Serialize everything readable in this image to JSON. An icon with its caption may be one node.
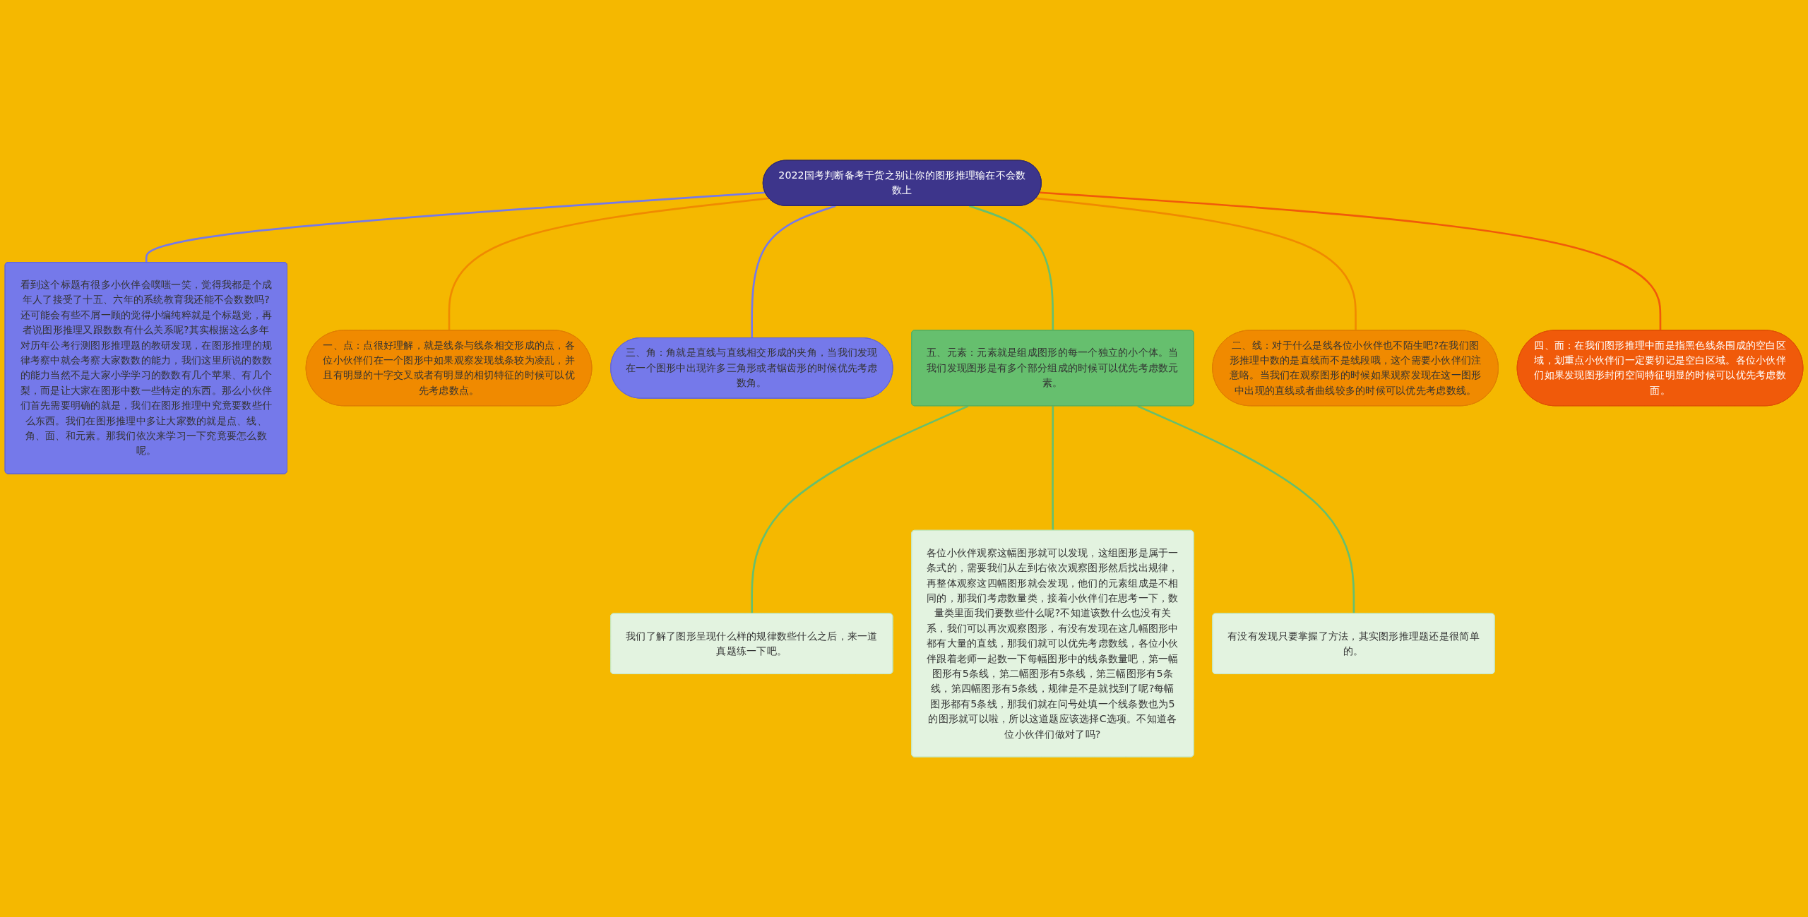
{
  "diagram": {
    "nodes": [
      {
        "text": [
          "2022国考判断备考干货之别让你的图形推理输在不会数数上"
        ]
      },
      {
        "text": [
          "看到这个标题有很多小伙伴会噗嗤一笑，觉得我都是个成年人了接受了十五、六年的系统教育我还能不会数数吗?还可能会有些不屑一顾的觉得小编纯粹就是个标题党，再者说图形推理又跟数数有什么关系呢?其实根据这么多年对历年公考行测图形推理题的教研发现，在图形推理的规律考察中就会考察大家数数的能力，我们这里所说的数数的能力当然不是大家小学学习的数数有几个苹果、有几个梨，而是让大家在图形中数一些特定的东西。那么小伙伴们首先需要明确的就是，我们在图形推理中究竟要数些什么东西。我们在图形推理中多让大家数的就是点、线、角、面、和元素。那我们依次来学习一下究竟要怎么数呢。"
        ]
      },
      {
        "text": [
          "一、点：点很好理解，就是线条与线条相交形成的点，各位小伙伴们在一个图形中如果观察发现线条较为凌乱，并且有明显的十字交叉或者有明显的相切特征的时候可以优先考虑数点。"
        ]
      },
      {
        "text": [
          "三、角：角就是直线与直线相交形成的夹角，当我们发现在一个图形中出现许多三角形或者锯齿形的时候优先考虑数角。"
        ]
      },
      {
        "text": [
          "五、元素：元素就是组成图形的每一个独立的小个体。当我们发现图形是有多个部分组成的时候可以优先考虑数元素。"
        ]
      },
      {
        "text": [
          "我们了解了图形呈现什么样的规律数些什么之后，来一道真题练一下吧。"
        ]
      },
      {
        "text": [
          "各位小伙伴观察这幅图形就可以发现，这组图形是属于一条式的，需要我们从左到右依次观察图形然后找出规律，再整体观察这四幅图形就会发现，他们的元素组成是不相同的，那我们考虑数量类，接着小伙伴们在思考一下，数量类里面我们要数些什么呢?不知道该数什么也没有关系，我们可以再次观察图形，有没有发现在这几幅图形中都有大量的直线，那我们就可以优先考虑数线，各位小伙伴跟着老师一起数一下每幅图形中的线条数量吧，第一幅图形有5条线，第二幅图形有5条线，第三幅图形有5条线，第四幅图形有5条线，规律是不是就找到了呢?每幅图形都有5条线，那我们就在问号处填一个线条数也为5的图形就可以啦，所以这道题应该选择C选项。不知道各位小伙伴们做对了吗?"
        ]
      },
      {
        "text": [
          "有没有发现只要掌握了方法，其实图形推理题还是很简单的。"
        ]
      },
      {
        "text": [
          "二、线：对于什么是线各位小伙伴也不陌生吧?在我们图形推理中数的是直线而不是线段哦，这个需要小伙伴们注意咯。当我们在观察图形的时候如果观察发现在这一图形中出现的直线或者曲线较多的时候可以优先考虑数线。"
        ]
      },
      {
        "text": [
          "四、面：在我们图形推理中面是指黑色线条围成的空白区域，划重点小伙伴们一定要切记是空白区域。各位小伙伴们如果发现图形封闭空间特征明显的时候可以优先考虑数面。"
        ]
      }
    ],
    "edges": [
      {
        "from": 0,
        "to": 1,
        "arrow": "none",
        "color": "#7579ea"
      },
      {
        "from": 0,
        "to": 2,
        "arrow": "none",
        "color": "#f08a00"
      },
      {
        "from": 0,
        "to": 3,
        "arrow": "none",
        "color": "#7579ea"
      },
      {
        "from": 0,
        "to": 4,
        "arrow": "none",
        "color": "#66bf6e"
      },
      {
        "from": 4,
        "to": 5,
        "arrow": "none",
        "color": "#66bf6e"
      },
      {
        "from": 4,
        "to": 6,
        "arrow": "none",
        "color": "#66bf6e"
      },
      {
        "from": 4,
        "to": 7,
        "arrow": "none",
        "color": "#66bf6e"
      },
      {
        "from": 0,
        "to": 8,
        "arrow": "none",
        "color": "#f08a00"
      },
      {
        "from": 0,
        "to": 9,
        "arrow": "none",
        "color": "#f05a0a"
      }
    ]
  }
}
